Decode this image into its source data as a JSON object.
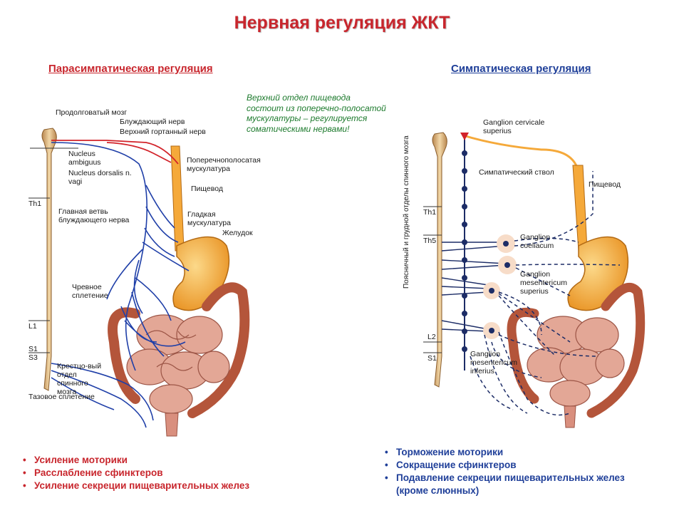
{
  "title": "Нервная регуляция ЖКТ",
  "parasympathetic": {
    "heading": "Парасимпатическая регуляция",
    "note": "Верхний отдел пищевода состоит из поперечно-полосатой мускулатуры – регулируется соматическими нервами!",
    "labels": {
      "medulla": "Продолговатый мозг",
      "vagus": "Блуждающий нерв",
      "laryngeal": "Верхний гортанный нерв",
      "ambiguus": "Nucleus ambiguus",
      "dorsalis": "Nucleus dorsalis n. vagi",
      "striated": "Поперечнополосатая мускулатура",
      "esophagus": "Пищевод",
      "th1": "Th1",
      "main_branch": "Главная ветвь блуждающего нерва",
      "smooth": "Гладкая мускулатура",
      "stomach": "Желудок",
      "celiac_plexus": "Чревное сплетение",
      "l1": "L1",
      "s1": "S1",
      "s3": "S3",
      "sacral": "Крестцо-вый отдел спинного мозга",
      "pelvic": "Тазовое сплетение"
    },
    "effects": [
      "Усиление моторики",
      "Расслабление сфинктеров",
      "Усиление секреции пищеварительных желез"
    ]
  },
  "sympathetic": {
    "heading": "Симпатическая регуляция",
    "labels": {
      "ganglion_cervicale": "Ganglion cervicale superius",
      "trunk": "Симпатический ствол",
      "esophagus": "Пищевод",
      "th1": "Th1",
      "th5": "Th5",
      "coeliacum": "Ganglion coeliacum",
      "mes_sup": "Ganglion mesentericum superius",
      "l2": "L2",
      "s1": "S1",
      "mes_inf": "Ganglion mesentericum inferius",
      "vertical": "Поясничный и грудной отделы спинного мозга"
    },
    "effects": [
      "Торможение моторики",
      "Сокращение сфинктеров",
      "Подавление секреции пищеварительных желез",
      "(кроме слюнных)"
    ]
  },
  "colors": {
    "title": "#c8262d",
    "parasympathetic": "#c8262d",
    "sympathetic": "#1f3f99",
    "note": "#1d7a2d",
    "nerve_blue": "#1f3fa8",
    "nerve_red": "#d2232a",
    "organ_orange": "#f5a93a",
    "intestine": "#d98f7e",
    "colon": "#b4553a"
  }
}
